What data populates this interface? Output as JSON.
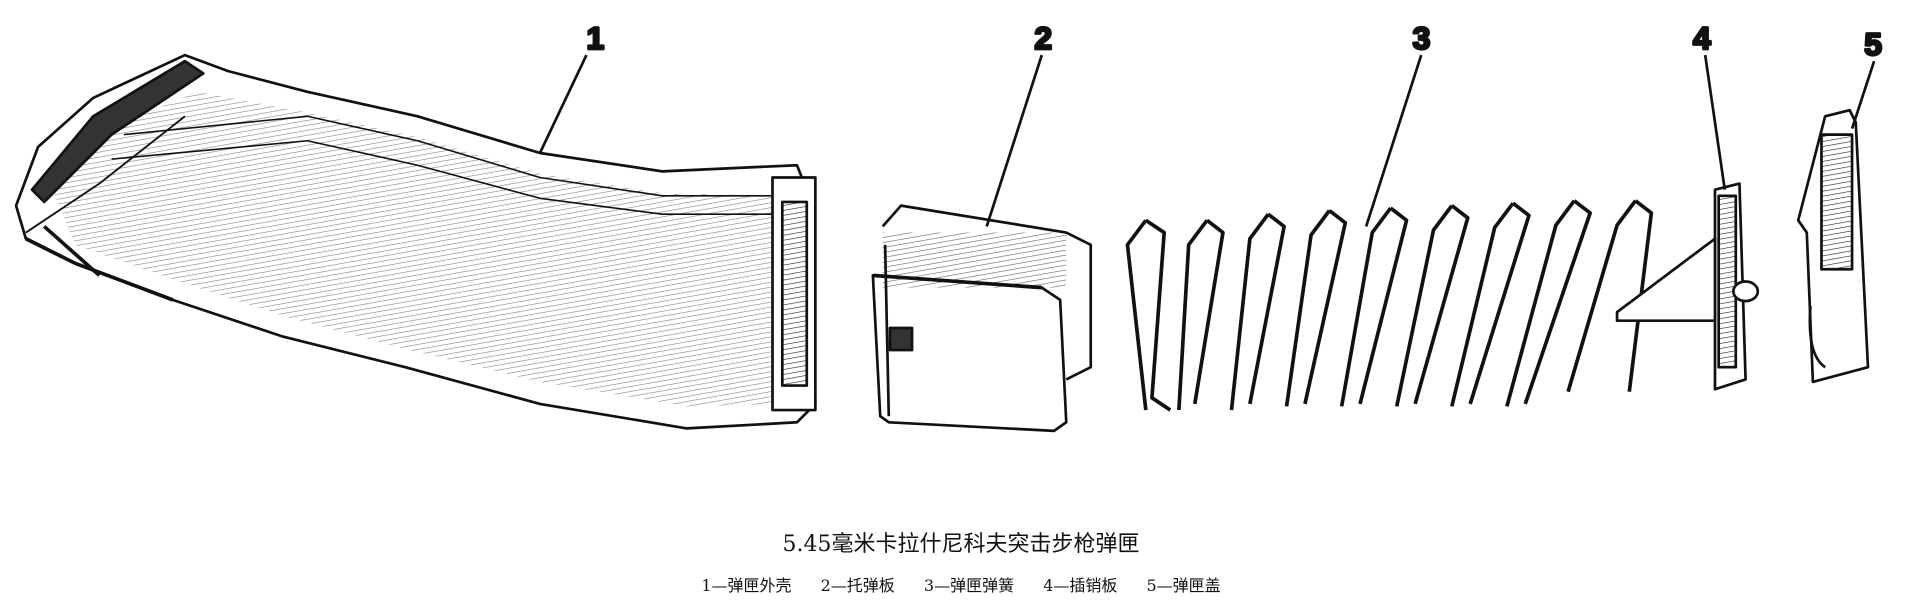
{
  "labels": [
    "1",
    "2",
    "3",
    "4",
    "5"
  ],
  "caption": {
    "title": "5.45毫米卡拉什尼科夫突击步枪弹匣",
    "parts": [
      "1—弹匣外壳",
      "2—托弹板",
      "3—弹匣弹簧",
      "4—插销板",
      "5—弹匣盖"
    ]
  }
}
